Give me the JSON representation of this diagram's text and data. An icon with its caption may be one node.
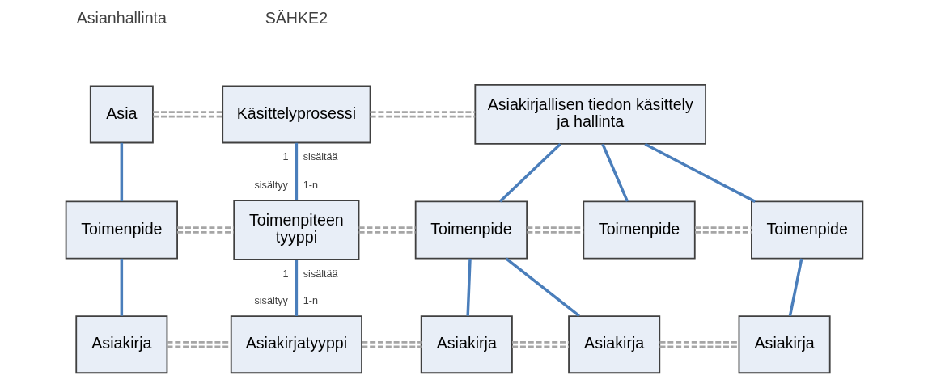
{
  "diagram": {
    "nodes": [
      {
        "text": [
          "Asia"
        ]
      },
      {
        "text": [
          "Käsittelyprosessi"
        ]
      },
      {
        "text": [
          "Asiakirjallisen tiedon käsittely ja hallinta"
        ]
      },
      {
        "text": [
          "Toimenpide"
        ]
      },
      {
        "text": [
          "Toimenpiteen tyyppi"
        ]
      },
      {
        "text": [
          "Toimenpide"
        ]
      },
      {
        "text": [
          "Toimenpide"
        ]
      },
      {
        "text": [
          "Toimenpide"
        ]
      },
      {
        "text": [
          "Asiakirja"
        ]
      },
      {
        "text": [
          "Asiakirjatyyppi"
        ]
      },
      {
        "text": [
          "Asiakirja"
        ]
      },
      {
        "text": [
          "Asiakirja"
        ]
      },
      {
        "text": [
          "Asiakirja"
        ]
      }
    ],
    "edges": [
      {
        "from": 0,
        "to": 1,
        "arrow": "none",
        "style": "dashed",
        "color": "#a6a6a6"
      },
      {
        "from": 1,
        "to": 2,
        "arrow": "none",
        "style": "dashed",
        "color": "#a6a6a6"
      },
      {
        "from": 0,
        "to": 3,
        "arrow": "none",
        "color": "#4a7ebb"
      },
      {
        "from": 1,
        "to": 4,
        "arrow": "none",
        "color": "#4a7ebb"
      },
      {
        "from": 2,
        "to": 5,
        "arrow": "none",
        "color": "#4a7ebb"
      },
      {
        "from": 2,
        "to": 6,
        "arrow": "none",
        "color": "#4a7ebb"
      },
      {
        "from": 2,
        "to": 7,
        "arrow": "none",
        "color": "#4a7ebb"
      },
      {
        "from": 3,
        "to": 4,
        "arrow": "none",
        "style": "dashed",
        "color": "#a6a6a6"
      },
      {
        "from": 4,
        "to": 5,
        "arrow": "none",
        "style": "dashed",
        "color": "#a6a6a6"
      },
      {
        "from": 5,
        "to": 6,
        "arrow": "none",
        "style": "dashed",
        "color": "#a6a6a6"
      },
      {
        "from": 6,
        "to": 7,
        "arrow": "none",
        "style": "dashed",
        "color": "#a6a6a6"
      },
      {
        "from": 3,
        "to": 8,
        "arrow": "none",
        "color": "#4a7ebb"
      },
      {
        "from": 4,
        "to": 9,
        "arrow": "none",
        "color": "#4a7ebb"
      },
      {
        "from": 5,
        "to": 10,
        "arrow": "none",
        "color": "#4a7ebb"
      },
      {
        "from": 5,
        "to": 11,
        "arrow": "none",
        "color": "#4a7ebb"
      },
      {
        "from": 7,
        "to": 12,
        "arrow": "none",
        "color": "#4a7ebb"
      },
      {
        "from": 8,
        "to": 9,
        "arrow": "none",
        "style": "dashed",
        "color": "#a6a6a6"
      },
      {
        "from": 9,
        "to": 10,
        "arrow": "none",
        "style": "dashed",
        "color": "#a6a6a6"
      },
      {
        "from": 10,
        "to": 11,
        "arrow": "none",
        "style": "dashed",
        "color": "#a6a6a6"
      },
      {
        "from": 11,
        "to": 12,
        "arrow": "none",
        "style": "dashed",
        "color": "#a6a6a6"
      }
    ],
    "labels": [
      "Asianhallinta",
      "SÄHKE2",
      "1",
      "sisältää",
      "sisältyy",
      "1-n",
      "1",
      "sisältää",
      "sisältyy",
      "1-n"
    ]
  }
}
